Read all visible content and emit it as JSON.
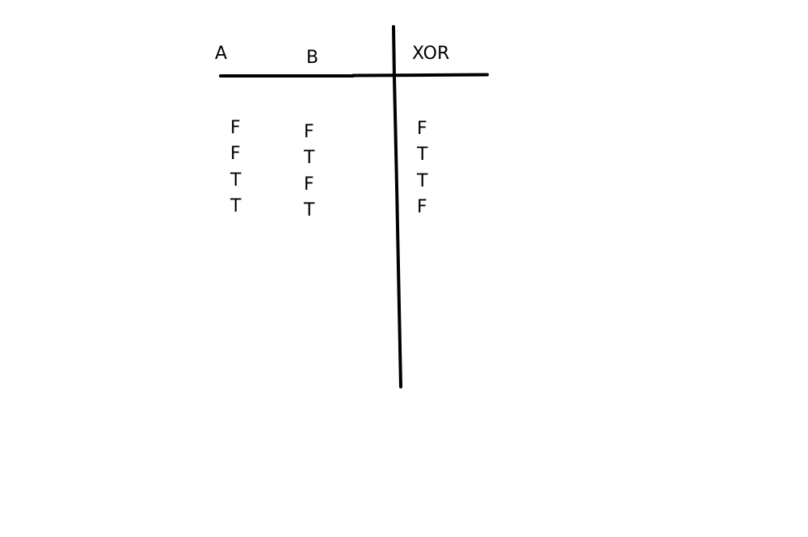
{
  "headers": {
    "a": "A",
    "b": "B",
    "xor": "XOR"
  },
  "rows": [
    {
      "a": "F",
      "b": "F",
      "xor": "F"
    },
    {
      "a": "F",
      "b": "T",
      "xor": "T"
    },
    {
      "a": "T",
      "b": "F",
      "xor": "T"
    },
    {
      "a": "T",
      "b": "T",
      "xor": "F"
    }
  ],
  "colors": {
    "ink": "#000000",
    "background": "#ffffff"
  }
}
